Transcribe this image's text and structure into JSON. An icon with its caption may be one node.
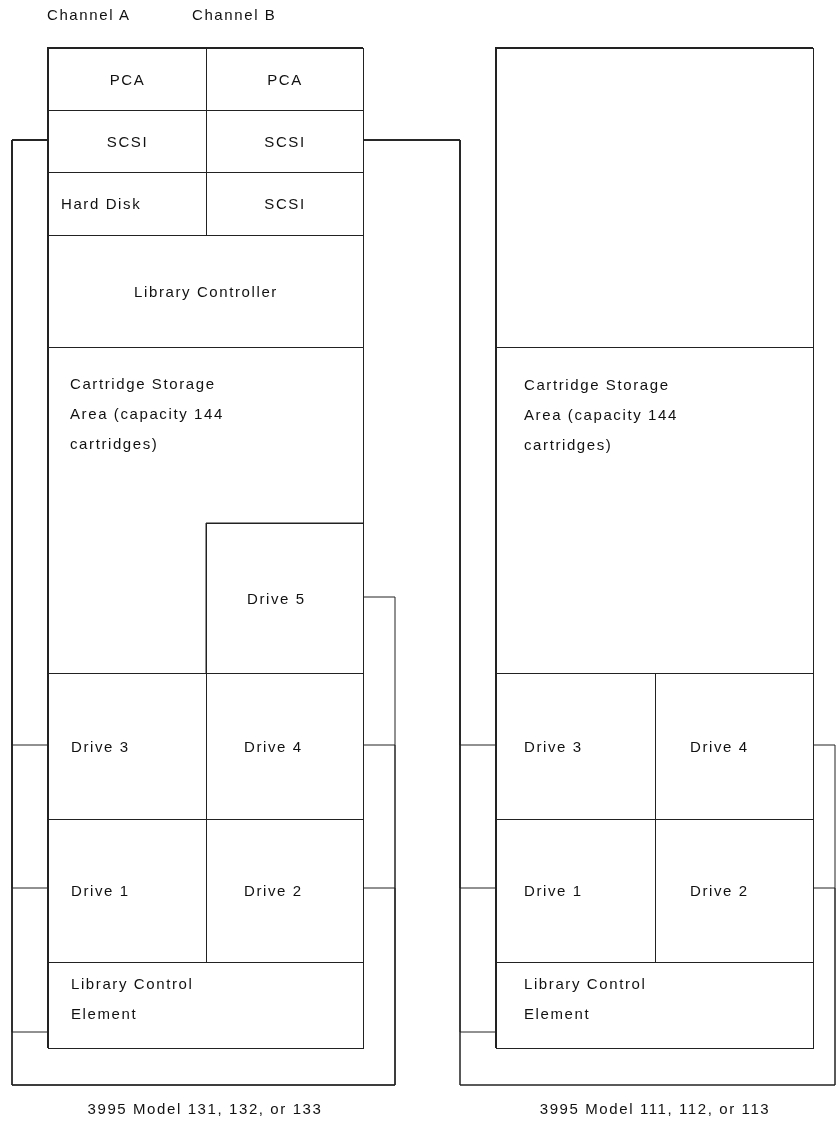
{
  "diagram": {
    "nodes": [
      {
        "text": [],
        "shape": "box",
        "beside": [
          "3995 Model 131, 132, or 133"
        ]
      },
      {
        "text": [
          "PCA"
        ],
        "in": 0
      },
      {
        "text": [
          "PCA"
        ],
        "in": 0
      },
      {
        "text": [
          "SCSI"
        ],
        "in": 0
      },
      {
        "text": [
          "SCSI"
        ],
        "in": 0
      },
      {
        "text": [
          "Hard Disk"
        ],
        "in": 0
      },
      {
        "text": [
          "SCSI"
        ],
        "in": 0
      },
      {
        "text": [
          "Library Controller"
        ],
        "in": 0
      },
      {
        "text": [
          "Cartridge Storage Area (capacity 144 cartridges)"
        ],
        "in": 0
      },
      {
        "text": [
          "Drive 5"
        ],
        "in": 0
      },
      {
        "text": [
          "Drive 3"
        ],
        "in": 0
      },
      {
        "text": [
          "Drive 4"
        ],
        "in": 0
      },
      {
        "text": [
          "Drive 1"
        ],
        "in": 0
      },
      {
        "text": [
          "Drive 2"
        ],
        "in": 0
      },
      {
        "text": [
          "Library Control Element"
        ],
        "in": 0
      },
      {
        "text": [],
        "shape": "box",
        "beside": [
          "3995 Model 111, 112, or 113"
        ]
      },
      {
        "text": [],
        "shape": "box",
        "in": 15
      },
      {
        "text": [
          "Cartridge Storage Area (capacity 144 cartridges)"
        ],
        "in": 15
      },
      {
        "text": [
          "Drive 3"
        ],
        "in": 15
      },
      {
        "text": [
          "Drive 4"
        ],
        "in": 15
      },
      {
        "text": [
          "Drive 1"
        ],
        "in": 15
      },
      {
        "text": [
          "Drive 2"
        ],
        "in": 15
      },
      {
        "text": [
          "Library Control Element"
        ],
        "in": 15
      }
    ],
    "edges": [
      {
        "from": 3,
        "to": 10,
        "arrow": "none"
      },
      {
        "from": 3,
        "to": 12,
        "arrow": "none"
      },
      {
        "from": 3,
        "to": 14,
        "arrow": "none"
      },
      {
        "from": 3,
        "to": 9,
        "arrow": "none"
      },
      {
        "from": 3,
        "to": 11,
        "arrow": "none"
      },
      {
        "from": 3,
        "to": 13,
        "arrow": "none"
      },
      {
        "from": 4,
        "to": 18,
        "arrow": "none"
      },
      {
        "from": 4,
        "to": 20,
        "arrow": "none"
      },
      {
        "from": 4,
        "to": 22,
        "arrow": "none"
      },
      {
        "from": 4,
        "to": 19,
        "arrow": "none"
      },
      {
        "from": 4,
        "to": 21,
        "arrow": "none"
      }
    ],
    "labels": [
      "Channel A",
      "Channel B"
    ]
  }
}
